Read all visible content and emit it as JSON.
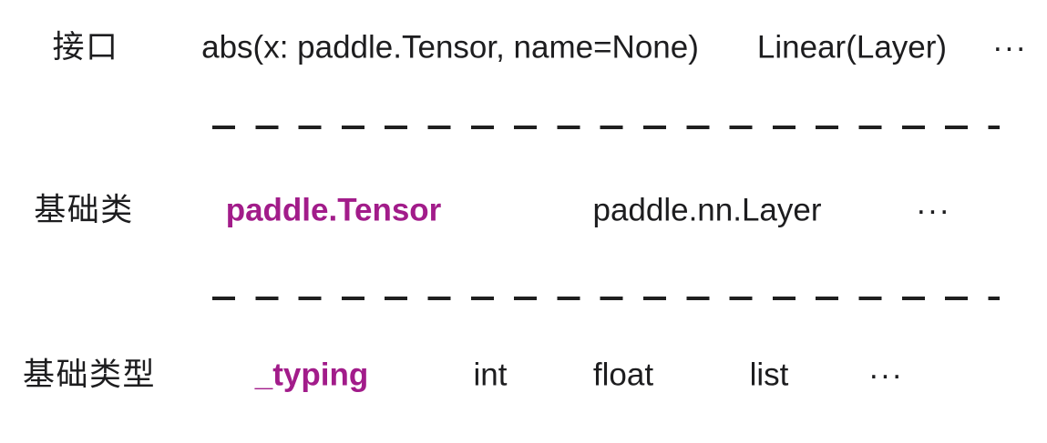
{
  "colors": {
    "text": "#1d1d1f",
    "accent": "#a21c8a",
    "dash_line": "#1f1f1f",
    "background": "#ffffff"
  },
  "diagram": {
    "rows": [
      {
        "label": "接口",
        "items": [
          {
            "text": "abs(x: paddle.Tensor, name=None)"
          },
          {
            "text": "Linear(Layer)"
          },
          {
            "text": "···"
          }
        ]
      },
      {
        "label": "基础类",
        "items": [
          {
            "text": "paddle.Tensor",
            "accent": true
          },
          {
            "text": "paddle.nn.Layer"
          },
          {
            "text": "···"
          }
        ]
      },
      {
        "label": "基础类型",
        "items": [
          {
            "text": "_typing",
            "accent": true
          },
          {
            "text": "int"
          },
          {
            "text": "float"
          },
          {
            "text": "list"
          },
          {
            "text": "···"
          }
        ]
      }
    ]
  }
}
